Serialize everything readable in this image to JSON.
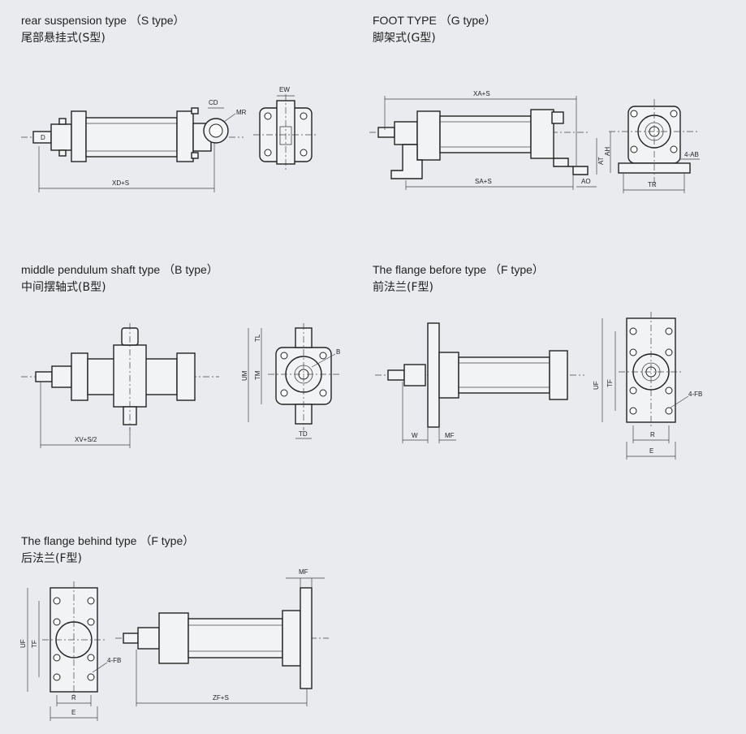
{
  "sections": [
    {
      "id": "s-type",
      "title_en": "rear suspension type （S type）",
      "title_zh": "尾部悬挂式(S型)",
      "labels": [
        "CD",
        "MR",
        "EW",
        "D",
        "XD+S"
      ]
    },
    {
      "id": "g-type",
      "title_en": "FOOT TYPE （G type）",
      "title_zh": "脚架式(G型)",
      "labels": [
        "XA+S",
        "SA+S",
        "AT",
        "AO",
        "AH",
        "4-AB",
        "TR"
      ]
    },
    {
      "id": "b-type",
      "title_en": "middle pendulum shaft type （B type）",
      "title_zh": "中间摆轴式(B型)",
      "labels": [
        "XV+S/2",
        "TL",
        "UM",
        "TM",
        "B",
        "TD"
      ]
    },
    {
      "id": "f-front",
      "title_en": "The flange before type （F type）",
      "title_zh": "前法兰(F型)",
      "labels": [
        "W",
        "MF",
        "UF",
        "TF",
        "4-FB",
        "R",
        "E"
      ]
    },
    {
      "id": "f-rear",
      "title_en": "The flange behind type （F type）",
      "title_zh": "后法兰(F型)",
      "labels": [
        "UF",
        "TF",
        "4-FB",
        "R",
        "E",
        "MF",
        "ZF+S"
      ]
    }
  ]
}
